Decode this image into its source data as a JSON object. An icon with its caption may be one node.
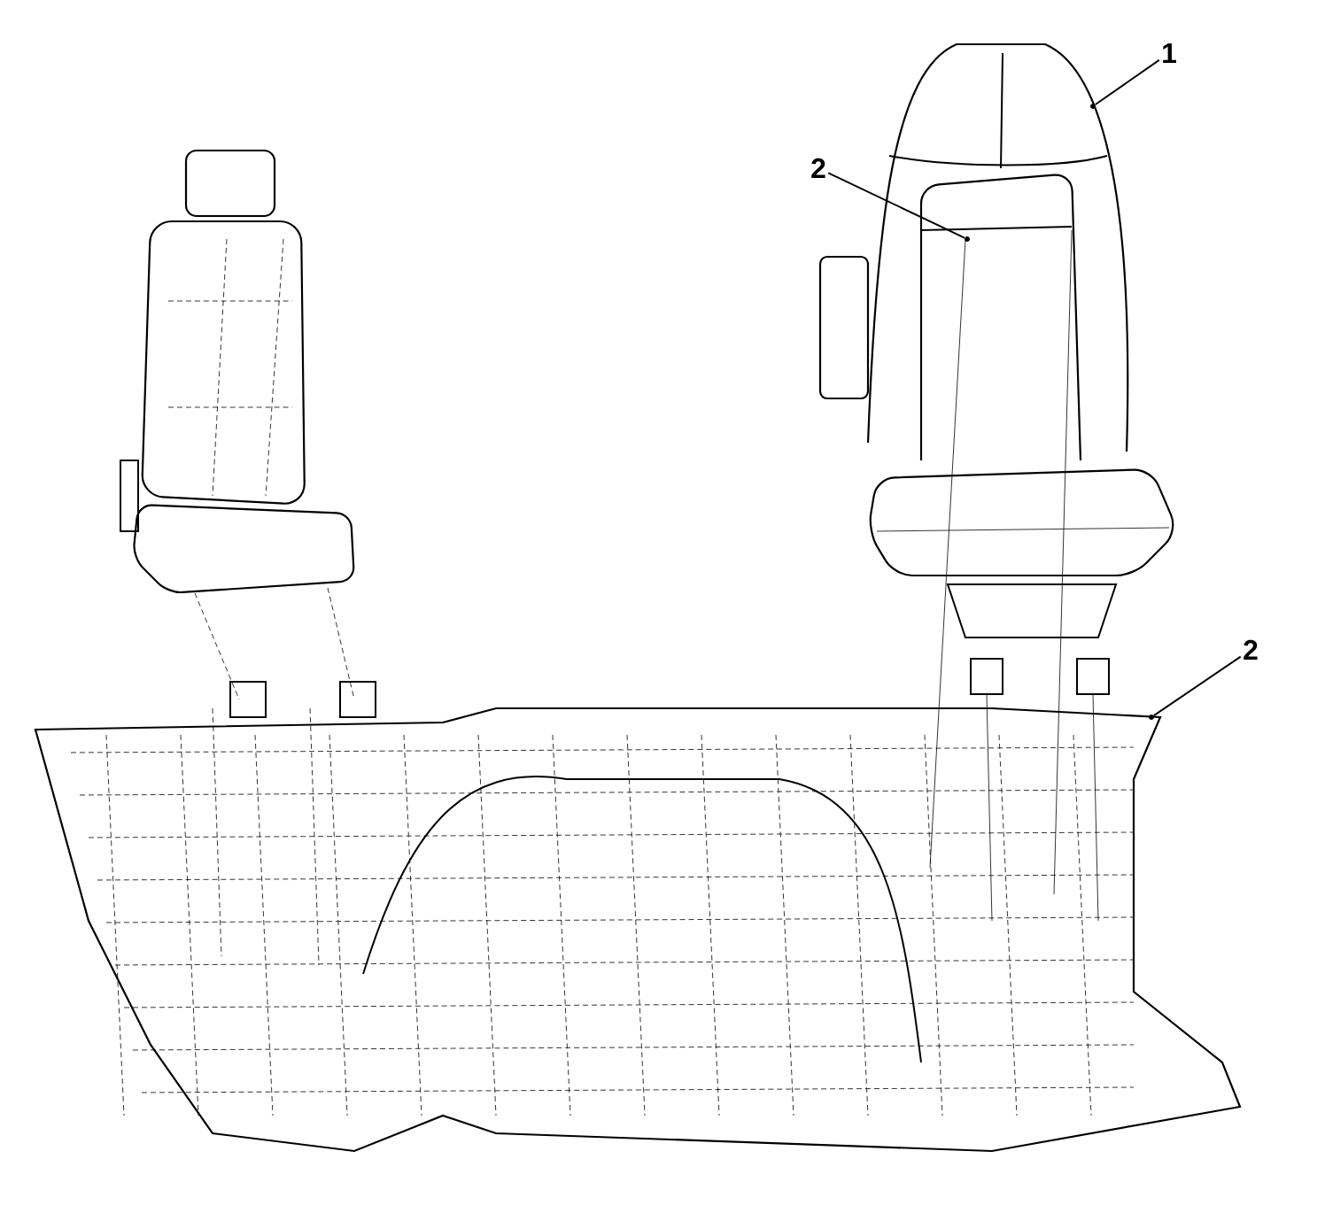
{
  "diagram": {
    "nodes": [
      {
        "text": [
          "1"
        ]
      },
      {
        "text": [],
        "shape": "picture"
      },
      {
        "text": [
          "2"
        ]
      },
      {
        "text": [],
        "shape": "picture"
      },
      {
        "text": [
          "2"
        ]
      },
      {
        "text": [],
        "shape": "picture"
      }
    ],
    "edges": [
      {
        "from": 0,
        "to": 1,
        "arrow": "none"
      },
      {
        "from": 2,
        "to": 3,
        "arrow": "none"
      },
      {
        "from": 4,
        "to": 5,
        "arrow": "none"
      }
    ]
  }
}
